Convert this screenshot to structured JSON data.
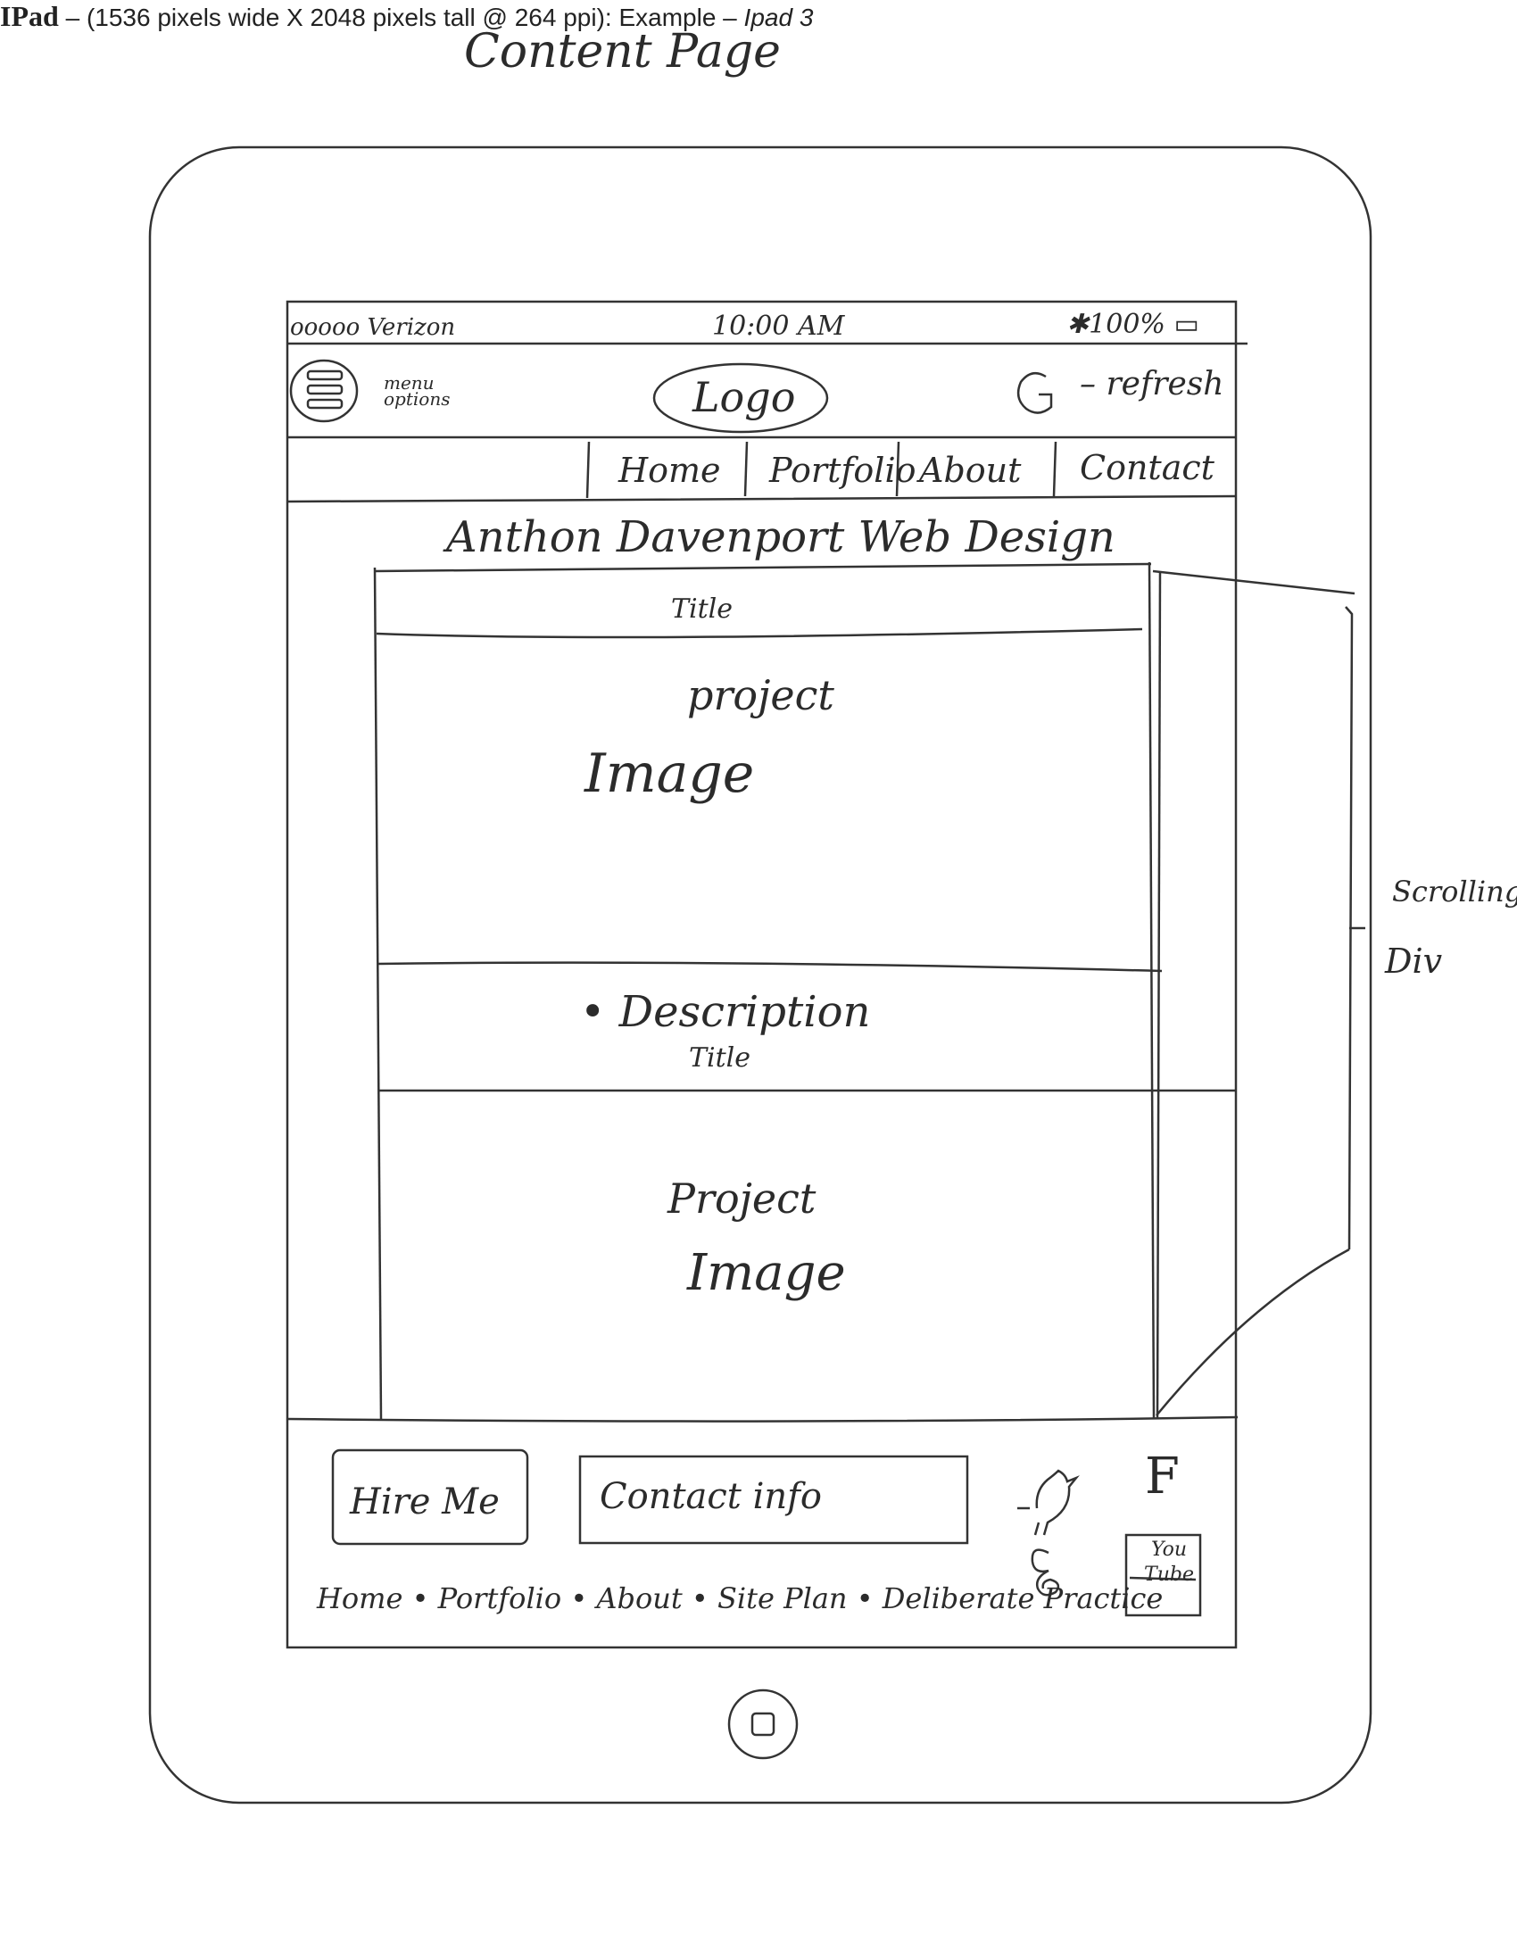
{
  "page": {
    "heading": "Content Page",
    "spec_device": "IPad",
    "spec_dash": " – ",
    "spec_detail": "(1536 pixels wide X 2048 pixels tall @ 264 ppi): Example – ",
    "spec_example": "Ipad 3"
  },
  "status_bar": {
    "carrier": "ooooo Verizon",
    "time": "10:00 AM",
    "battery": "100%"
  },
  "header": {
    "menu_label_1": "menu",
    "menu_label_2": "options",
    "logo": "Logo",
    "refresh_label": "– refresh",
    "refresh_glyph": "G"
  },
  "nav": {
    "items": [
      {
        "label": "Home"
      },
      {
        "label": "Portfolio"
      },
      {
        "label": "About"
      },
      {
        "label": "Contact"
      }
    ]
  },
  "site_title": "Anthon Davenport Web Design",
  "content": {
    "blocks": [
      {
        "title": "Title",
        "image_line1": "project",
        "image_line2": "Image",
        "description": "Description"
      },
      {
        "title": "Title",
        "image_line1": "Project",
        "image_line2": "Image"
      }
    ]
  },
  "annotation": {
    "line1": "Scrolling",
    "line2": "Div"
  },
  "footer": {
    "hire_button": "Hire Me",
    "contact_field": "Contact info",
    "social": [
      {
        "icon": "twitter-bird-icon"
      },
      {
        "icon": "facebook-icon",
        "glyph": "F"
      },
      {
        "icon": "google-plus-icon",
        "glyph": "g"
      },
      {
        "icon": "youtube-icon",
        "line1": "You",
        "line2": "Tube"
      }
    ],
    "links": [
      "Home",
      "Portfolio",
      "About",
      "Site Plan",
      "Deliberate Practice"
    ],
    "separator": "•"
  }
}
